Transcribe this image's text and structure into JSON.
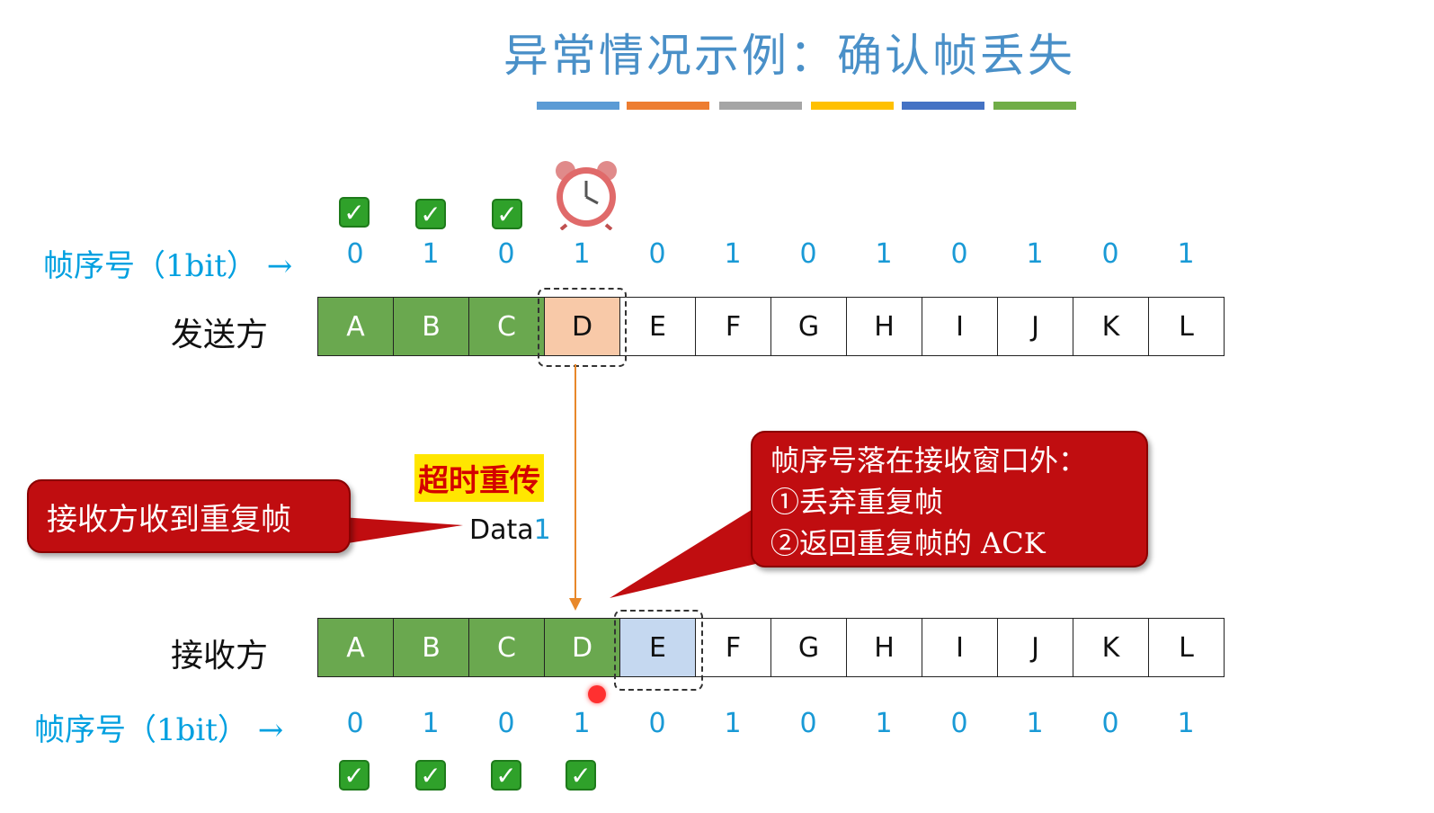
{
  "title": "异常情况示例：确认帧丢失",
  "stripe_colors": [
    "#5b9bd5",
    "#ed7d31",
    "#a5a5a5",
    "#ffc000",
    "#4472c4",
    "#70ad47"
  ],
  "seq_label": "帧序号（1bit）",
  "seq_arrow": "→",
  "sender": {
    "label": "发送方",
    "sequence": [
      "0",
      "1",
      "0",
      "1",
      "0",
      "1",
      "0",
      "1",
      "0",
      "1",
      "0",
      "1"
    ],
    "frames": [
      "A",
      "B",
      "C",
      "D",
      "E",
      "F",
      "G",
      "H",
      "I",
      "J",
      "K",
      "L"
    ],
    "acked_count": 3,
    "timer_frame_index": 3
  },
  "receiver": {
    "label": "接收方",
    "sequence": [
      "0",
      "1",
      "0",
      "1",
      "0",
      "1",
      "0",
      "1",
      "0",
      "1",
      "0",
      "1"
    ],
    "frames": [
      "A",
      "B",
      "C",
      "D",
      "E",
      "F",
      "G",
      "H",
      "I",
      "J",
      "K",
      "L"
    ],
    "received_count": 4,
    "window_index": 4
  },
  "retransmit_label": "超时重传",
  "data_label": "Data",
  "data_seq": "1",
  "callout_left": "接收方收到重复帧",
  "callout_right": {
    "line1": "帧序号落在接收窗口外：",
    "line2": "①丢弃重复帧",
    "line3": "②返回重复帧的 ACK"
  },
  "check_symbol": "✓",
  "icons": {
    "timer": "alarm-clock-icon",
    "check": "check-icon"
  }
}
